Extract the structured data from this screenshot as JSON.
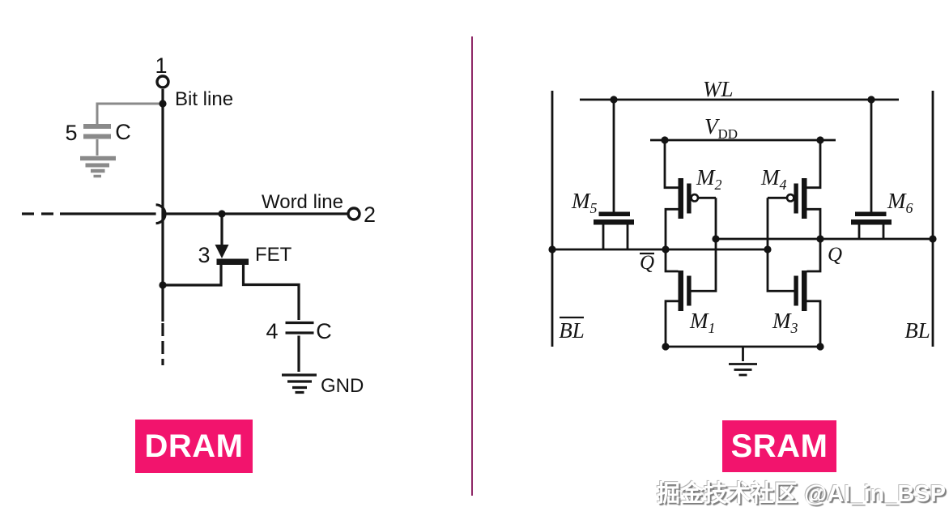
{
  "dram": {
    "title": "DRAM",
    "accent_color": "#F2146D",
    "labels": {
      "one": "1",
      "two": "2",
      "three": "3",
      "four": "4",
      "five": "5",
      "bit_line": "Bit line",
      "word_line": "Word line",
      "fet": "FET",
      "c_storage": "C",
      "c_bitline": "C",
      "gnd": "GND"
    }
  },
  "sram": {
    "title": "SRAM",
    "accent_color": "#F2146D",
    "labels": {
      "wl": "WL",
      "vdd": {
        "main": "V",
        "sub": "DD"
      },
      "m1": {
        "main": "M",
        "sub": "1"
      },
      "m2": {
        "main": "M",
        "sub": "2"
      },
      "m3": {
        "main": "M",
        "sub": "3"
      },
      "m4": {
        "main": "M",
        "sub": "4"
      },
      "m5": {
        "main": "M",
        "sub": "5"
      },
      "m6": {
        "main": "M",
        "sub": "6"
      },
      "q": "Q",
      "q_bar": "Q",
      "bl": "BL",
      "bl_bar": "BL"
    }
  },
  "separator_color": "#8E2766",
  "watermark": {
    "text": "掘金技术社区 @AI_in_BSP"
  }
}
